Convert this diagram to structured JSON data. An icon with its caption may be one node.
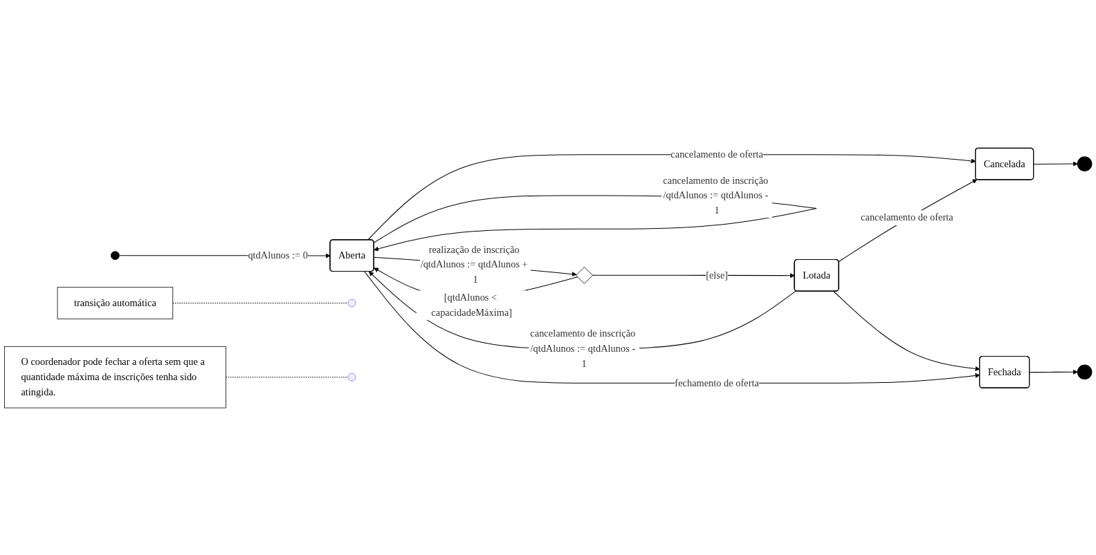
{
  "diagram": {
    "nodes": [
      {
        "text": [],
        "shape": "circle"
      },
      {
        "text": [
          "Aberta"
        ]
      },
      {
        "text": [
          "Cancelada"
        ]
      },
      {
        "text": [],
        "shape": "circle"
      },
      {
        "text": [],
        "shape": "diamond"
      },
      {
        "text": [
          "Lotada"
        ]
      },
      {
        "text": [
          "Fechada"
        ]
      },
      {
        "text": [],
        "shape": "circle"
      },
      {
        "text": [
          "transição automática"
        ]
      },
      {
        "text": [
          "O coordenador pode fechar a oferta sem que a quantidade máxima de inscrições tenha sido atingida."
        ]
      }
    ],
    "edges": [
      {
        "from": 0,
        "to": 1,
        "arrow": "to",
        "label": "qtdAlunos := 0"
      },
      {
        "from": 1,
        "to": 1,
        "arrow": "to",
        "label": "cancelamento de inscrição /qtdAlunos := qtdAlunos - 1"
      },
      {
        "from": 1,
        "to": 2,
        "arrow": "to",
        "label": "cancelamento de oferta"
      },
      {
        "from": 2,
        "to": 3,
        "arrow": "to"
      },
      {
        "from": 1,
        "to": 4,
        "arrow": "to",
        "label": "realização de inscrição /qtdAlunos := qtdAlunos + 1"
      },
      {
        "from": 4,
        "to": 1,
        "arrow": "to",
        "label": "[qtdAlunos < capacidadeMáxima]"
      },
      {
        "from": 4,
        "to": 5,
        "arrow": "to",
        "label": "[else]"
      },
      {
        "from": 5,
        "to": 2,
        "arrow": "to",
        "label": "cancelamento de oferta"
      },
      {
        "from": 5,
        "to": 1,
        "arrow": "to",
        "label": "cancelamento de inscrição /qtdAlunos := qtdAlunos - 1"
      },
      {
        "from": 5,
        "to": 6,
        "arrow": "to"
      },
      {
        "from": 1,
        "to": 6,
        "arrow": "to",
        "label": "fechamento de oferta"
      },
      {
        "from": 6,
        "to": 7,
        "arrow": "to"
      },
      {
        "from": 8,
        "to": null,
        "arrow": "none",
        "style": "dashed"
      },
      {
        "from": 9,
        "to": null,
        "arrow": "none",
        "style": "dashed"
      }
    ]
  }
}
